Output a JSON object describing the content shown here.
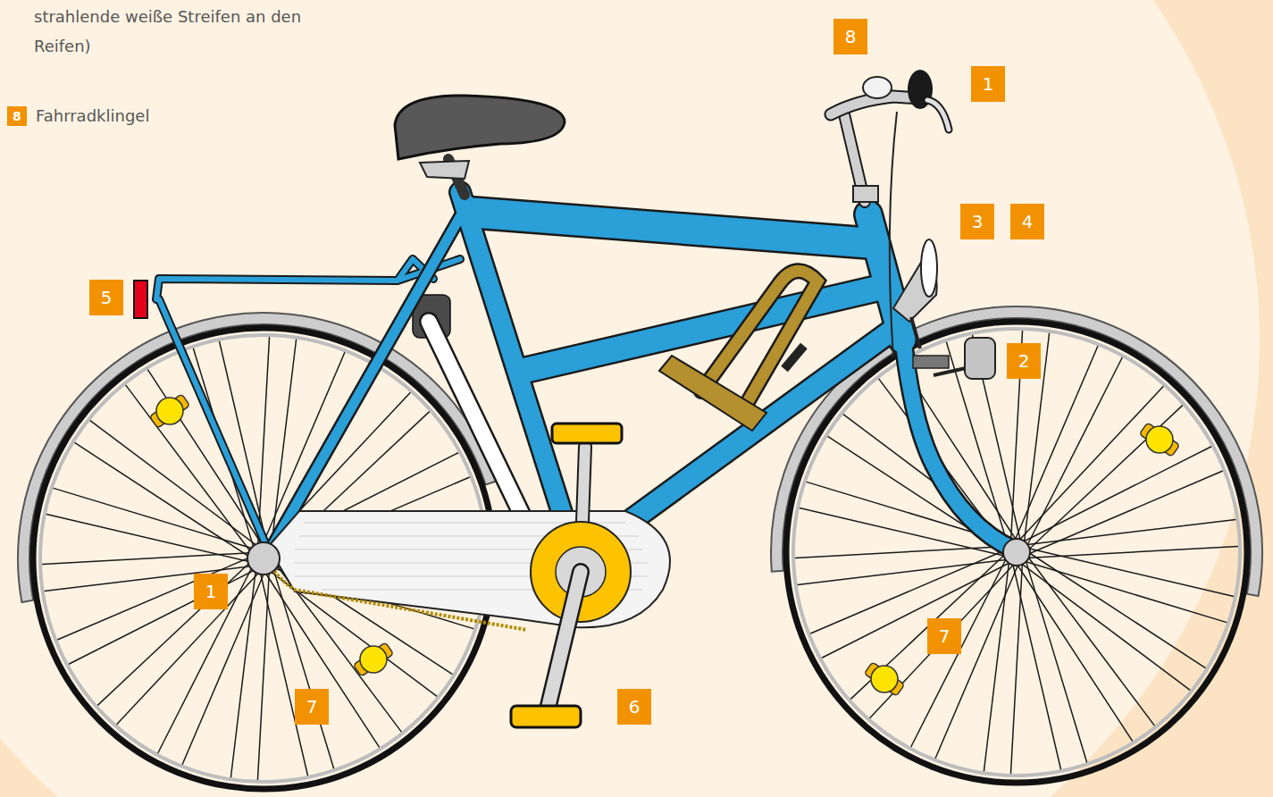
{
  "diagram": {
    "labels": [
      "strahlende weiße Streifen an den Reifen)",
      "8",
      "Fahrradklingel",
      "8",
      "1",
      "3",
      "4",
      "5",
      "2",
      "1",
      "7",
      "7",
      "6"
    ]
  }
}
